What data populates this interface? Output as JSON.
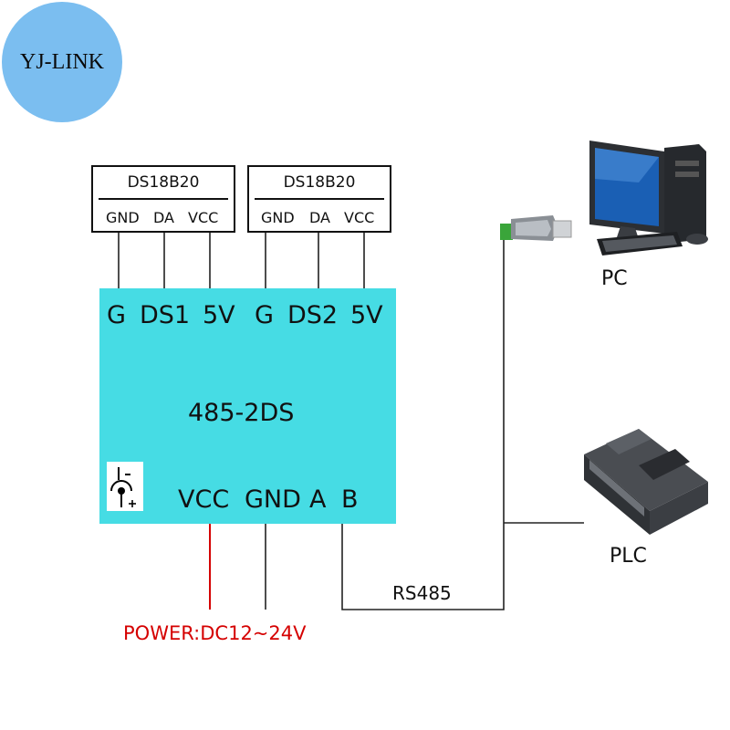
{
  "logo": {
    "text": "YJ-LINK"
  },
  "sensors": [
    {
      "name": "DS18B20",
      "pins": [
        "GND",
        "DA",
        "VCC"
      ]
    },
    {
      "name": "DS18B20",
      "pins": [
        "GND",
        "DA",
        "VCC"
      ]
    }
  ],
  "module": {
    "title": "485-2DS",
    "top_pins": [
      "G",
      "DS1",
      "5V",
      "G",
      "DS2",
      "5V"
    ],
    "bottom_pins": [
      "VCC",
      "GND",
      "A",
      "B"
    ],
    "color": "#46dce4"
  },
  "bus_label": "RS485",
  "power_label": "POWER:DC12~24V",
  "devices": {
    "pc": "PC",
    "plc": "PLC"
  },
  "colors": {
    "power_wire": "#d50000",
    "logo": "#7bbef0"
  },
  "icons": [
    "dc-power-jack-icon",
    "usb-rs485-adapter-icon",
    "computer-icon",
    "plc-icon"
  ]
}
